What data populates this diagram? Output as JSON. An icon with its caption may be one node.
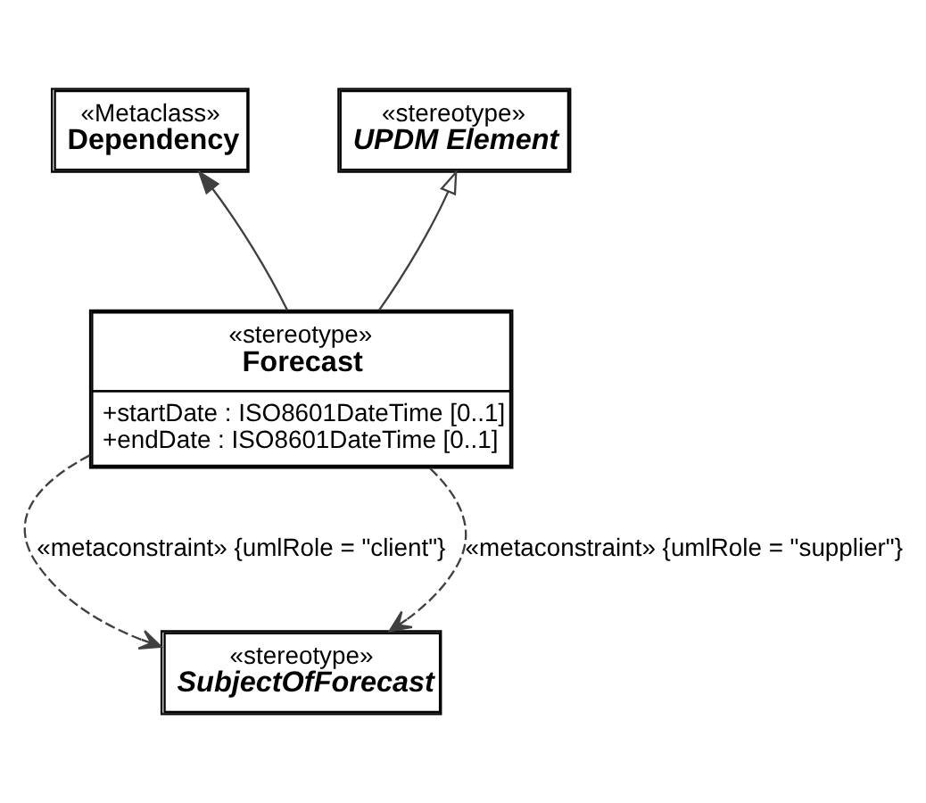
{
  "diagram": {
    "nodes": [
      {
        "text": [
          "«Metaclass»",
          "Dependency"
        ]
      },
      {
        "text": [
          "«stereotype»",
          "UPDM Element"
        ]
      },
      {
        "text": [
          "«stereotype»",
          "Forecast",
          "+startDate : ISO8601DateTime [0..1]",
          "+endDate : ISO8601DateTime [0..1]"
        ]
      },
      {
        "text": [
          "«stereotype»",
          "SubjectOfForecast"
        ]
      }
    ],
    "edges": [
      {
        "from": 2,
        "to": 0,
        "arrow": "to"
      },
      {
        "from": 2,
        "to": 1,
        "arrow": "to"
      },
      {
        "from": 2,
        "to": 3,
        "arrow": "to",
        "style": "dashed",
        "label": "«metaconstraint» {umlRole = \"client\"}"
      },
      {
        "from": 2,
        "to": 3,
        "arrow": "to",
        "style": "dashed",
        "label": "«metaconstraint» {umlRole = \"supplier\"}"
      }
    ]
  }
}
